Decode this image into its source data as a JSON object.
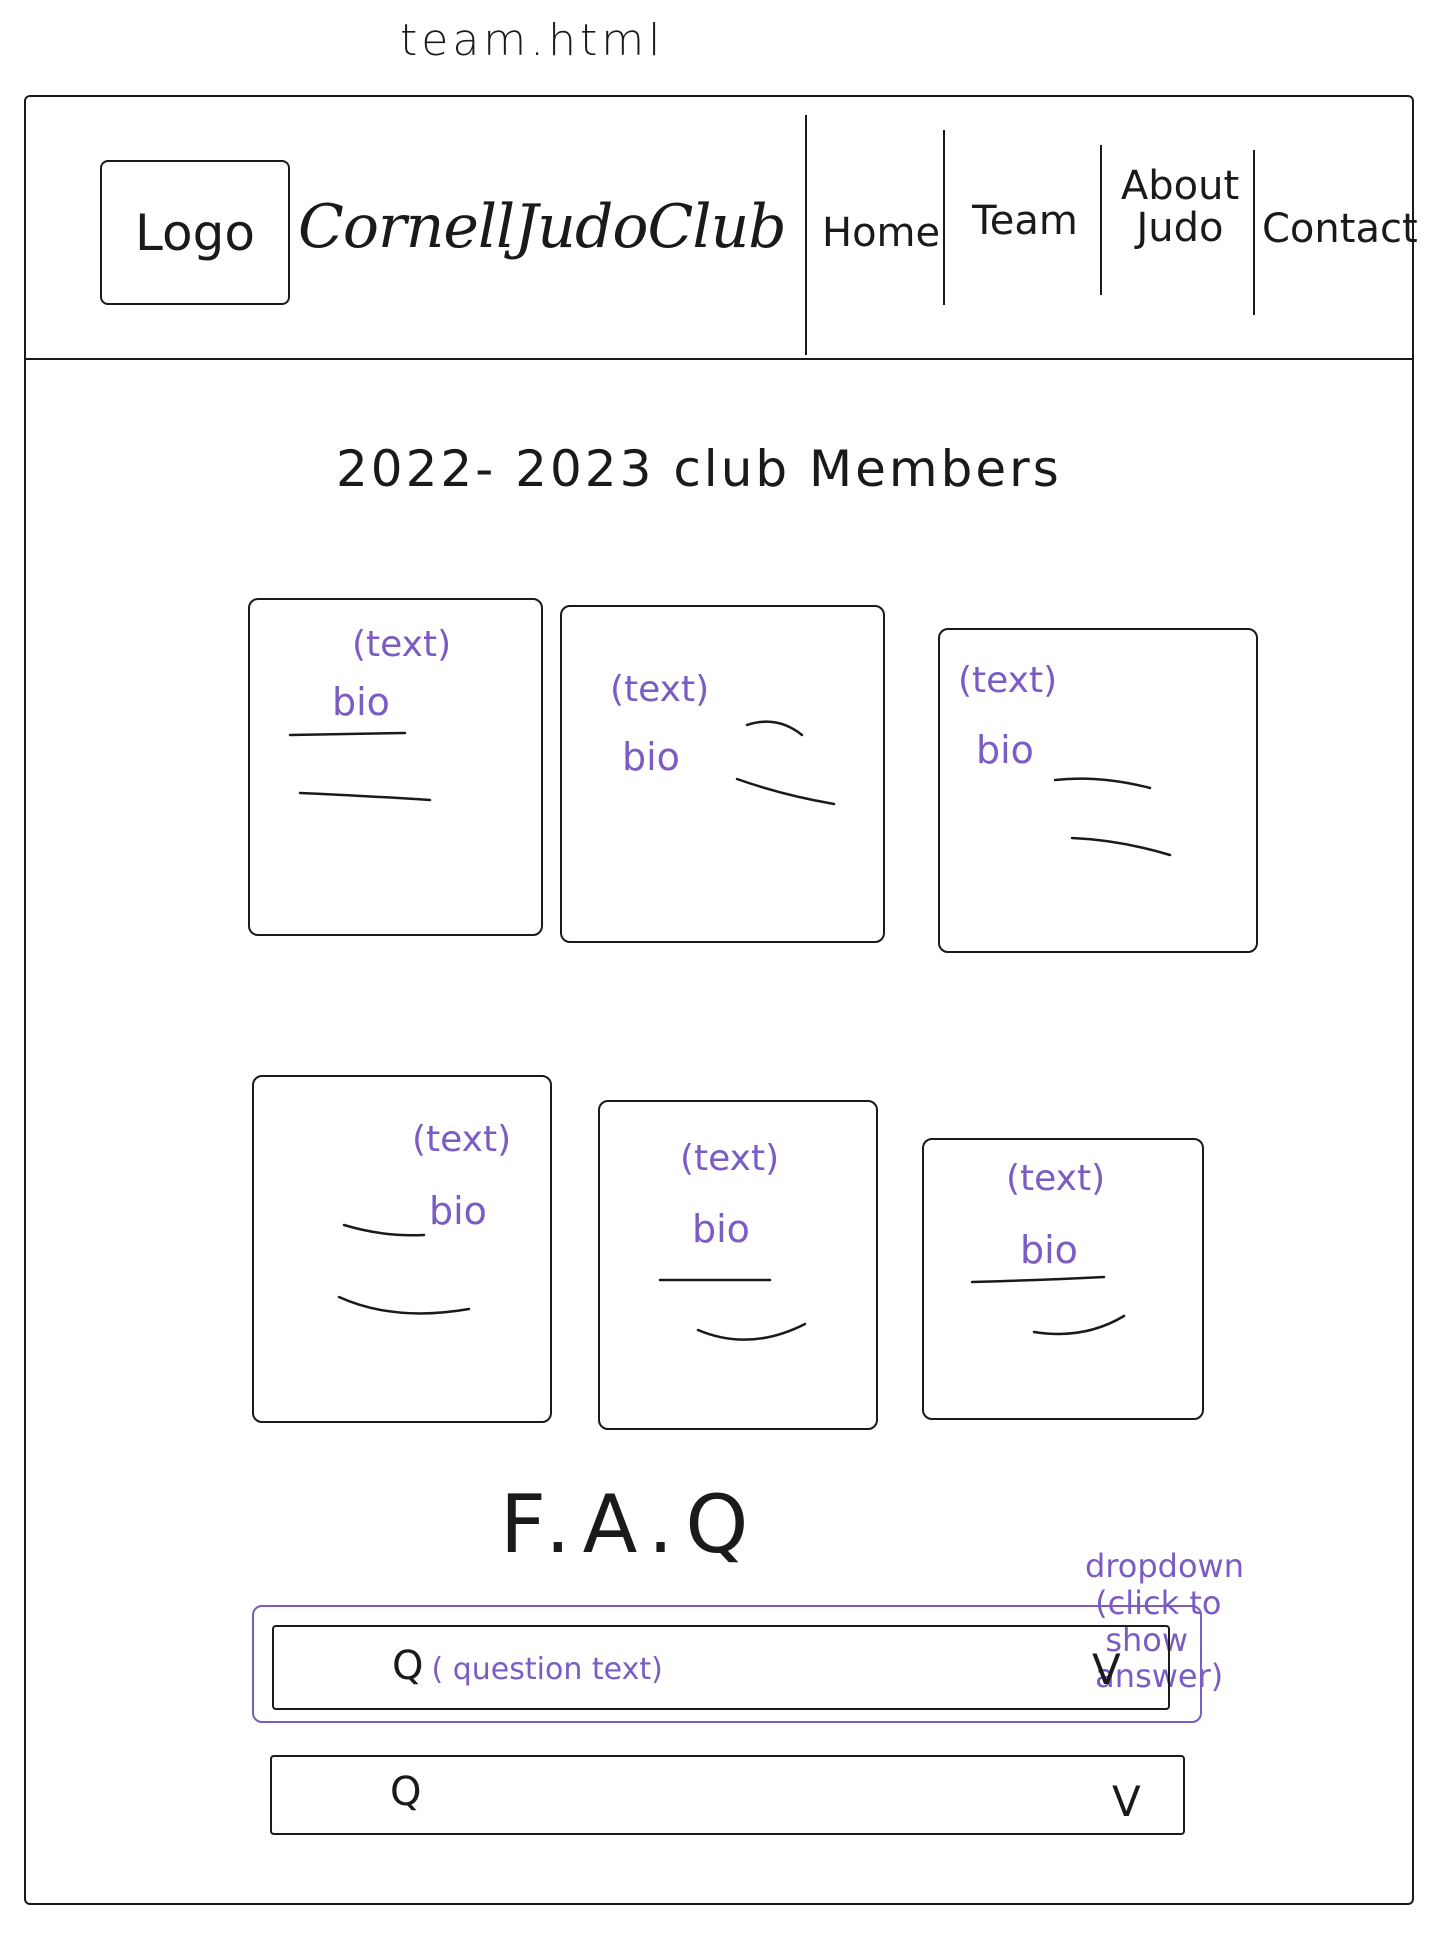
{
  "file_name": "team.html",
  "header": {
    "logo_label": "Logo",
    "site_title": "CornellJudoClub",
    "nav": [
      {
        "label": "Home"
      },
      {
        "label": "Team"
      },
      {
        "label_line1": "About",
        "label_line2": "Judo"
      },
      {
        "label": "Contact"
      }
    ]
  },
  "main": {
    "heading": "2022- 2023 club Members",
    "members": [
      {
        "text": "(text)",
        "bio": "bio"
      },
      {
        "text": "(text)",
        "bio": "bio"
      },
      {
        "text": "(text)",
        "bio": "bio"
      },
      {
        "text": "(text)",
        "bio": "bio"
      },
      {
        "text": "(text)",
        "bio": "bio"
      },
      {
        "text": "(text)",
        "bio": "bio"
      }
    ]
  },
  "faq": {
    "heading": "F.A.Q",
    "items": [
      {
        "q": "Q",
        "detail": "( question   text)",
        "chevron": "V"
      },
      {
        "q": "Q",
        "detail": "",
        "chevron": "V"
      }
    ],
    "annotation": "dropdown\n (click to\n  show\n answer)"
  },
  "colors": {
    "ink": "#1a1a1a",
    "annotation": "#7b5cc4"
  }
}
